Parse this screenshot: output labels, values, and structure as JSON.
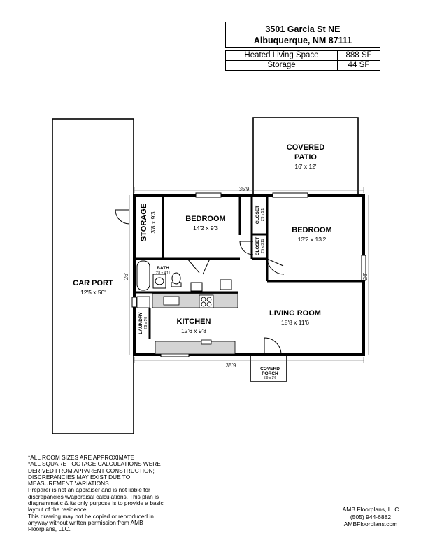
{
  "address": {
    "street": "3501 Garcia St NE",
    "city": "Albuquerque, NM 87111"
  },
  "areas": [
    {
      "label": "Heated Living Space",
      "value": "888 SF"
    },
    {
      "label": "Storage",
      "value": "44 SF"
    }
  ],
  "rooms": {
    "carport": {
      "name": "CAR PORT",
      "size": "12'5 x 50'"
    },
    "patio": {
      "name_line1": "COVERED",
      "name_line2": "PATIO",
      "size": "16' x 12'"
    },
    "storage": {
      "name": "STORAGE",
      "size": "3'8 x 9'3"
    },
    "bedroom1": {
      "name": "BEDROOM",
      "size": "14'2 x 9'3"
    },
    "bedroom2": {
      "name": "BEDROOM",
      "size": "13'2 x 13'2"
    },
    "closet1": {
      "name": "CLOSET",
      "size": "2'3 x 5'1"
    },
    "closet2": {
      "name": "CLOSET",
      "size": "2'5 x 3'11"
    },
    "bath": {
      "name": "BATH",
      "size": "7'8 x 4'11"
    },
    "kitchen": {
      "name": "KITCHEN",
      "size": "12'6 x 9'8"
    },
    "laundry": {
      "name": "LAUNDRY",
      "size": "2'9 x 5'8"
    },
    "living": {
      "name": "LIVING ROOM",
      "size": "18'8 x 11'6"
    },
    "porch": {
      "name_line1": "COVERD",
      "name_line2": "PORCH",
      "size": "5'9 x 3'6"
    }
  },
  "dimensions": {
    "top": "35'9",
    "bottom": "35'9",
    "left": "26'",
    "right": "26'"
  },
  "notes": [
    "*ALL ROOM SIZES ARE APPROXIMATE",
    "*ALL SQUARE FOOTAGE CALCULATIONS WERE",
    "DERIVED FROM APPARENT CONSTRUCTION;",
    "DISCREPANCIES MAY EXIST DUE TO",
    "MEASUREMENT VARIATIONS",
    "Preparer is not an appraiser and is not liable for",
    "discrepancies w/appraisal calculations.  This plan is",
    "diagrammatic & its only purpose is to provide a basic",
    "layout of the residence.",
    "This drawing may not be copied or reproduced in",
    "anyway without written permission from AMB",
    "Floorplans, LLC."
  ],
  "company": {
    "name": "AMB Floorplans, LLC",
    "phone": "(505) 944-6882",
    "website": "AMBFloorplans.com"
  }
}
